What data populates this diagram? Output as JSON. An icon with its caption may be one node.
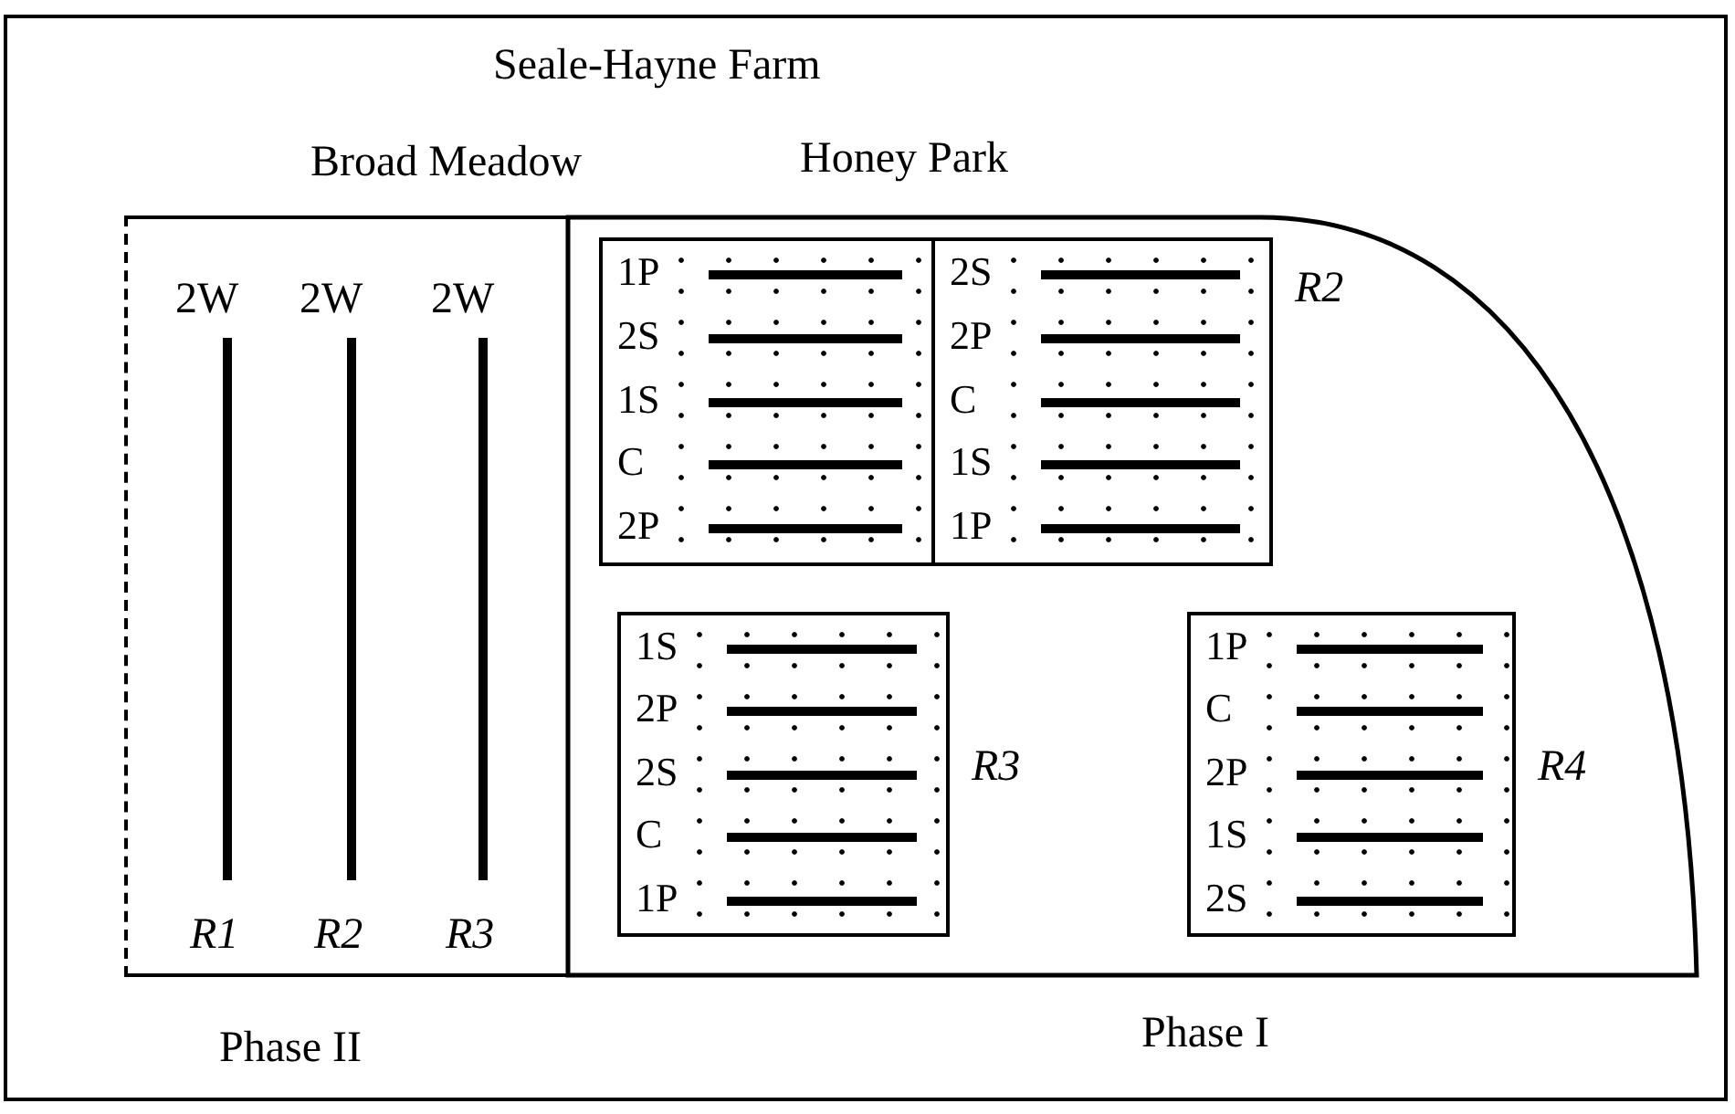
{
  "diagram": {
    "title": "Seale-Hayne Farm",
    "nodes": [
      {
        "text": [
          "Broad Meadow"
        ]
      },
      {
        "text": [
          "2W",
          "R1"
        ],
        "in": 0
      },
      {
        "text": [
          "2W",
          "R2"
        ],
        "in": 0
      },
      {
        "text": [
          "2W",
          "R3"
        ],
        "in": 0
      },
      {
        "text": [
          "Honey Park"
        ]
      },
      {
        "text": [
          "1P",
          "2S",
          "1S",
          "C",
          "2P"
        ],
        "in": 4
      },
      {
        "text": [
          "2S",
          "2P",
          "C",
          "1S",
          "1P"
        ],
        "in": 4,
        "beside": [
          "R2"
        ]
      },
      {
        "text": [
          "1S",
          "2P",
          "2S",
          "C",
          "1P"
        ],
        "in": 4,
        "beside": [
          "R3"
        ]
      },
      {
        "text": [
          "1P",
          "C",
          "2P",
          "1S",
          "2S"
        ],
        "in": 4,
        "beside": [
          "R4"
        ]
      }
    ],
    "labels": [
      "Phase II",
      "Phase I"
    ]
  }
}
